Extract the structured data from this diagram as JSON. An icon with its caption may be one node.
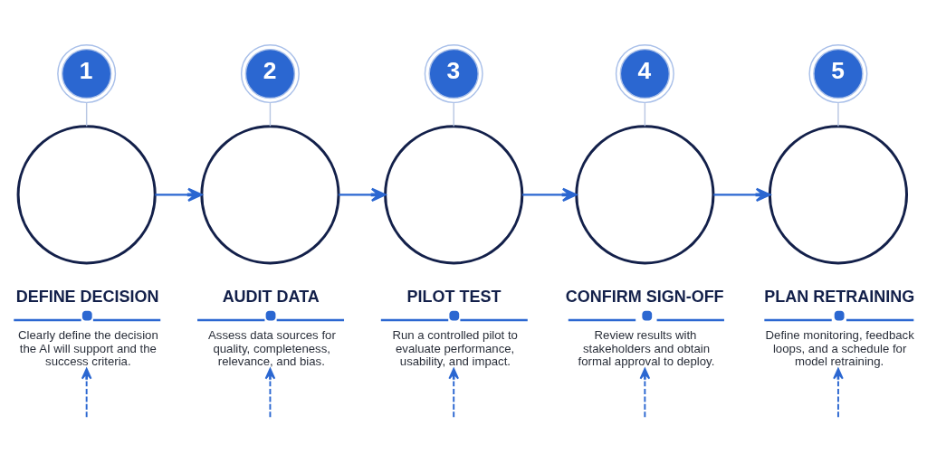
{
  "diagram": {
    "nodes": [
      {
        "text": [
          "1"
        ]
      },
      {
        "text": [],
        "shape": "circle"
      },
      {
        "text": [
          "DEFINE DECISION",
          "Clearly define the decision the AI will support and the success criteria."
        ]
      },
      {
        "text": [
          "2"
        ]
      },
      {
        "text": [],
        "shape": "circle"
      },
      {
        "text": [
          "AUDIT DATA",
          "Assess data sources for quality, completeness, relevance, and bias."
        ]
      },
      {
        "text": [
          "3"
        ]
      },
      {
        "text": [],
        "shape": "circle"
      },
      {
        "text": [
          "PILOT TEST",
          "Run a controlled pilot to evaluate performance, usability, and impact."
        ]
      },
      {
        "text": [
          "4"
        ]
      },
      {
        "text": [],
        "shape": "circle"
      },
      {
        "text": [
          "CONFIRM SIGN-OFF",
          "Review results with stakeholders and obtain formal approval to deploy."
        ]
      },
      {
        "text": [
          "5"
        ]
      },
      {
        "text": [],
        "shape": "circle"
      },
      {
        "text": [
          "PLAN RETRAINING",
          "Define monitoring, feedback loops, and a schedule for model retraining."
        ]
      }
    ],
    "edges": [
      {
        "from": 0,
        "to": 1,
        "arrow": "none",
        "color": "#b9c7e3"
      },
      {
        "from": 3,
        "to": 4,
        "arrow": "none",
        "color": "#b9c7e3"
      },
      {
        "from": 6,
        "to": 7,
        "arrow": "none",
        "color": "#b9c7e3"
      },
      {
        "from": 9,
        "to": 10,
        "arrow": "none",
        "color": "#b9c7e3"
      },
      {
        "from": 12,
        "to": 13,
        "arrow": "none",
        "color": "#b9c7e3"
      },
      {
        "from": 1,
        "to": 4,
        "arrow": "to",
        "color": "#2b67d1"
      },
      {
        "from": 4,
        "to": 7,
        "arrow": "to",
        "color": "#2b67d1"
      },
      {
        "from": 7,
        "to": 10,
        "arrow": "to",
        "color": "#2b67d1"
      },
      {
        "from": 10,
        "to": 13,
        "arrow": "to",
        "color": "#2b67d1"
      },
      {
        "from": null,
        "to": 2,
        "arrow": "to",
        "style": "dashed",
        "color": "#2b67d1"
      },
      {
        "from": null,
        "to": 5,
        "arrow": "to",
        "style": "dashed",
        "color": "#2b67d1"
      },
      {
        "from": null,
        "to": 8,
        "arrow": "to",
        "style": "dashed",
        "color": "#2b67d1"
      },
      {
        "from": null,
        "to": 11,
        "arrow": "to",
        "style": "dashed",
        "color": "#2b67d1"
      },
      {
        "from": null,
        "to": 14,
        "arrow": "to",
        "style": "dashed",
        "color": "#2b67d1"
      }
    ]
  }
}
